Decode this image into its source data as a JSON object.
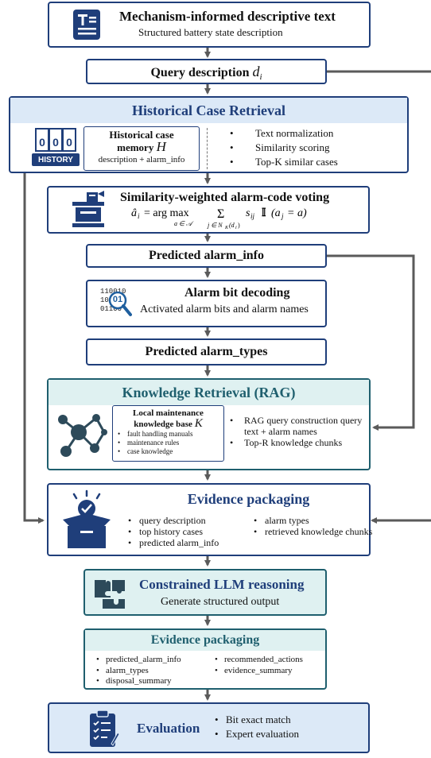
{
  "colors": {
    "navy": "#1f3e7a",
    "teal": "#1f5f6e",
    "light_blue": "#dce9f7",
    "light_teal": "#dff1f1",
    "arrow": "#5a5a5a"
  },
  "mechanism": {
    "title": "Mechanism-informed descriptive text",
    "subtitle": "Structured battery state description",
    "icon": "text-document-icon"
  },
  "query": {
    "label": "Query description",
    "var": "d",
    "sub": "i"
  },
  "historical": {
    "title": "Historical Case Retrieval",
    "history_icon_label": "HISTORY",
    "memory_line1": "Historical case",
    "memory_line2": "memory",
    "memory_var": "H",
    "memory_desc": "description + alarm_info",
    "bullets": [
      "Text normalization",
      "Similarity scoring",
      "Top-K similar cases"
    ]
  },
  "voting": {
    "title": "Similarity-weighted alarm-code voting",
    "icon": "ballot-box-icon"
  },
  "pred_info": {
    "label": "Predicted alarm_info"
  },
  "decoding": {
    "title": "Alarm bit decoding",
    "subtitle": "Activated alarm bits and alarm names",
    "bits": [
      "110010",
      "10",
      "01100"
    ],
    "magnified": "01"
  },
  "pred_types": {
    "label": "Predicted alarm_types"
  },
  "knowledge": {
    "title": "Knowledge Retrieval (RAG)",
    "kb_line1": "Local maintenance",
    "kb_line2": "knowledge base",
    "kb_var": "K",
    "kb_bullets": [
      "fault handling manuals",
      "maintenance rules",
      "case knowledge"
    ],
    "bullets": [
      "RAG query construction query text + alarm names",
      "Top-R knowledge chunks"
    ]
  },
  "evidence1": {
    "title": "Evidence packaging",
    "left": [
      "query description",
      "top history cases",
      "predicted alarm_info"
    ],
    "right": [
      "alarm types",
      "retrieved knowledge chunks"
    ]
  },
  "llm": {
    "title": "Constrained LLM reasoning",
    "subtitle": "Generate structured output"
  },
  "evidence2": {
    "title": "Evidence packaging",
    "left": [
      "predicted_alarm_info",
      "alarm_types",
      "disposal_summary"
    ],
    "right": [
      "recommended_actions",
      "evidence_summary"
    ]
  },
  "evaluation": {
    "title": "Evaluation",
    "bullets": [
      "Bit exact match",
      "Expert evaluation"
    ]
  }
}
